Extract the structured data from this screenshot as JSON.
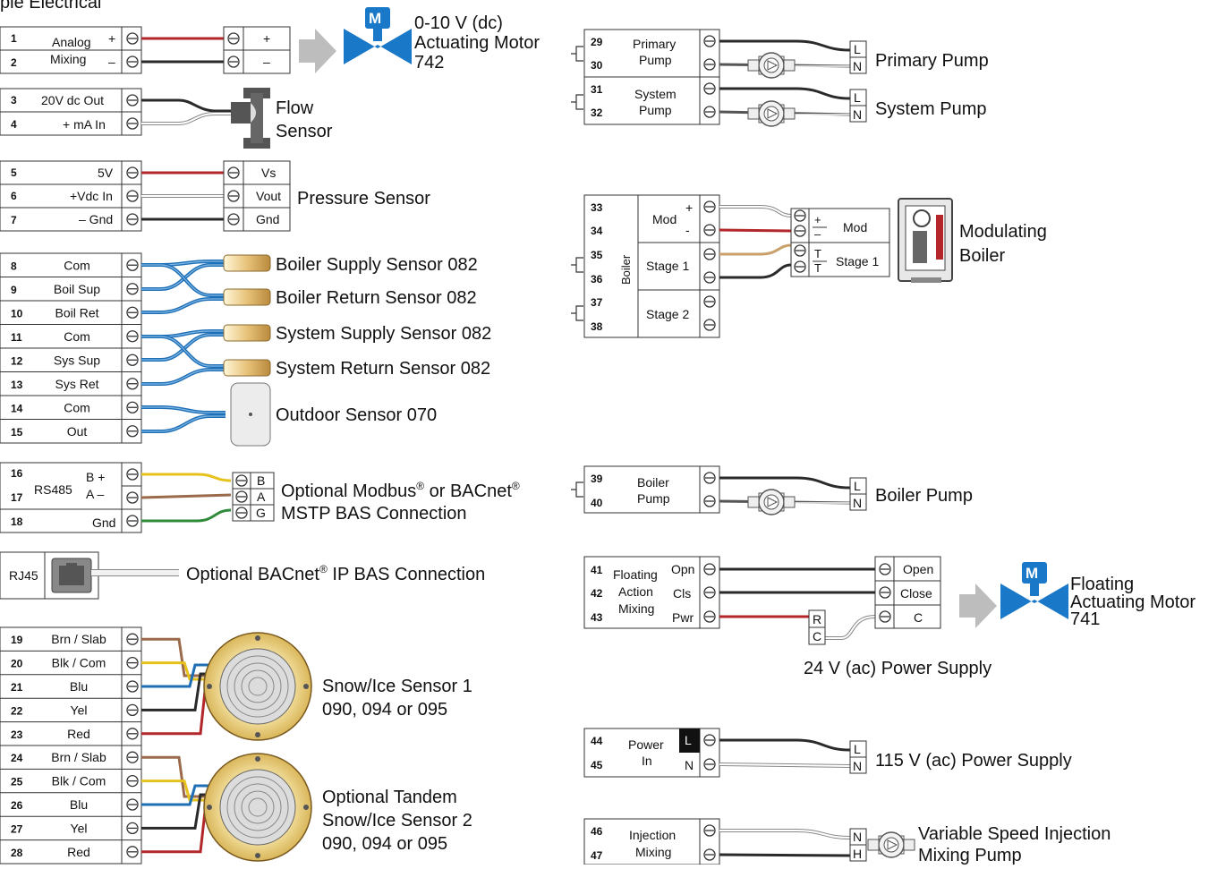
{
  "title_partial": "ple Electrical",
  "colors": {
    "red": "#b3262a",
    "black": "#2a2a2a",
    "white": "#ffffff",
    "blue": "#1f6fb6",
    "yellow": "#e6c21c",
    "brown": "#9a6a4a",
    "green": "#2f8a3a",
    "tan": "#c9a06a",
    "outline": "#333333",
    "motor_blue": "#1a78c8",
    "arrow_gray": "#bdbdbd"
  },
  "left": {
    "analog": {
      "t1": "1",
      "t2": "2",
      "label_top": "Analog",
      "label_bottom": "Mixing",
      "plus": "+",
      "minus": "–",
      "dev_plus": "+",
      "dev_minus": "–"
    },
    "motor742": {
      "badge": "M",
      "line1": "0-10 V (dc)",
      "line2": "Actuating Motor",
      "line3": "742"
    },
    "flow": {
      "t3": "3",
      "t4": "4",
      "l3": "20V dc Out",
      "l4": "+ mA In",
      "label1": "Flow",
      "label2": "Sensor"
    },
    "pressure": {
      "t5": "5",
      "t6": "6",
      "t7": "7",
      "l5": "5V",
      "l6": "+Vdc In",
      "l7": "– Gnd",
      "d1": "Vs",
      "d2": "Vout",
      "d3": "Gnd",
      "label": "Pressure Sensor"
    },
    "sensors": {
      "terms": [
        {
          "n": "8",
          "l": "Com"
        },
        {
          "n": "9",
          "l": "Boil Sup"
        },
        {
          "n": "10",
          "l": "Boil Ret"
        },
        {
          "n": "11",
          "l": "Com"
        },
        {
          "n": "12",
          "l": "Sys Sup"
        },
        {
          "n": "13",
          "l": "Sys Ret"
        },
        {
          "n": "14",
          "l": "Com"
        },
        {
          "n": "15",
          "l": "Out"
        }
      ],
      "s1": "Boiler Supply Sensor 082",
      "s2": "Boiler Return Sensor 082",
      "s3": "System Supply Sensor 082",
      "s4": "System Return Sensor 082",
      "s5": "Outdoor Sensor 070"
    },
    "rs485": {
      "t16": "16",
      "t17": "17",
      "t18": "18",
      "label": "RS485",
      "b": "B +",
      "a": "A –",
      "gnd": "Gnd",
      "dB": "B",
      "dA": "A",
      "dG": "G",
      "line1_a": "Optional Modbus",
      "line1_b": " or BACnet",
      "line2": "MSTP BAS Connection",
      "reg": "®"
    },
    "rj45": {
      "label": "RJ45",
      "text_a": "Optional BACnet",
      "reg": "®",
      "text_b": " IP BAS Connection"
    },
    "snow": {
      "terms": [
        {
          "n": "19",
          "l": "Brn / Slab"
        },
        {
          "n": "20",
          "l": "Blk / Com"
        },
        {
          "n": "21",
          "l": "Blu"
        },
        {
          "n": "22",
          "l": "Yel"
        },
        {
          "n": "23",
          "l": "Red"
        },
        {
          "n": "24",
          "l": "Brn / Slab"
        },
        {
          "n": "25",
          "l": "Blk / Com"
        },
        {
          "n": "26",
          "l": "Blu"
        },
        {
          "n": "27",
          "l": "Yel"
        },
        {
          "n": "28",
          "l": "Red"
        }
      ],
      "s1_line1": "Snow/Ice Sensor 1",
      "s1_line2": "090, 094 or 095",
      "s2_line1": "Optional Tandem",
      "s2_line2": "Snow/Ice Sensor 2",
      "s2_line3": "090, 094 or 095"
    }
  },
  "right": {
    "pumps": {
      "t29": "29",
      "t30": "30",
      "t31": "31",
      "t32": "32",
      "l1a": "Primary",
      "l1b": "Pump",
      "l2a": "System",
      "l2b": "Pump",
      "L": "L",
      "N": "N",
      "p1": "Primary Pump",
      "p2": "System Pump"
    },
    "boiler": {
      "t33": "33",
      "t34": "34",
      "t35": "35",
      "t36": "36",
      "t37": "37",
      "t38": "38",
      "vert": "Boiler",
      "mod": "Mod",
      "st1": "Stage 1",
      "st2": "Stage 2",
      "plus": "+",
      "minus": "-",
      "d_plus": "+",
      "d_minus": "–",
      "d_mod": "Mod",
      "dT1": "T",
      "dT2": "T",
      "d_st1": "Stage 1",
      "label1": "Modulating",
      "label2": "Boiler"
    },
    "boilerpump": {
      "t39": "39",
      "t40": "40",
      "l1": "Boiler",
      "l2": "Pump",
      "L": "L",
      "N": "N",
      "label": "Boiler Pump"
    },
    "floating": {
      "t41": "41",
      "t42": "42",
      "t43": "43",
      "l1": "Floating",
      "l2": "Action",
      "l3": "Mixing",
      "opn": "Opn",
      "cls": "Cls",
      "pwr": "Pwr",
      "dOpen": "Open",
      "dClose": "Close",
      "dC": "C",
      "R": "R",
      "C": "C",
      "supply": "24 V (ac) Power Supply",
      "badge": "M",
      "m1": "Floating",
      "m2": "Actuating Motor",
      "m3": "741"
    },
    "power": {
      "t44": "44",
      "t45": "45",
      "l1": "Power",
      "l2": "In",
      "L": "L",
      "N": "N",
      "dL": "L",
      "dN": "N",
      "label": "115 V (ac) Power Supply"
    },
    "injection": {
      "t46": "46",
      "t47": "47",
      "l1": "Injection",
      "l2": "Mixing",
      "N": "N",
      "H": "H",
      "label1": "Variable Speed Injection",
      "label2": "Mixing Pump"
    }
  }
}
